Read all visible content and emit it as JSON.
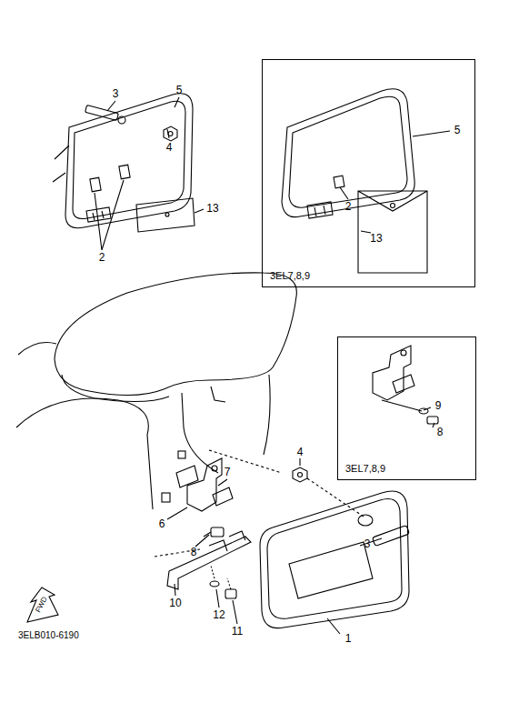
{
  "diagram": {
    "nodes": [
      {
        "text": [
          "3EL7,8,9"
        ]
      },
      {
        "text": [
          "3EL7,8,9"
        ]
      }
    ],
    "labels": [
      "3",
      "5",
      "4",
      "2",
      "13",
      "5",
      "2",
      "13",
      "9",
      "8",
      "7",
      "4",
      "6",
      "8",
      "3",
      "10",
      "12",
      "11",
      "1",
      "FWD",
      "3ELB010-6190"
    ]
  }
}
